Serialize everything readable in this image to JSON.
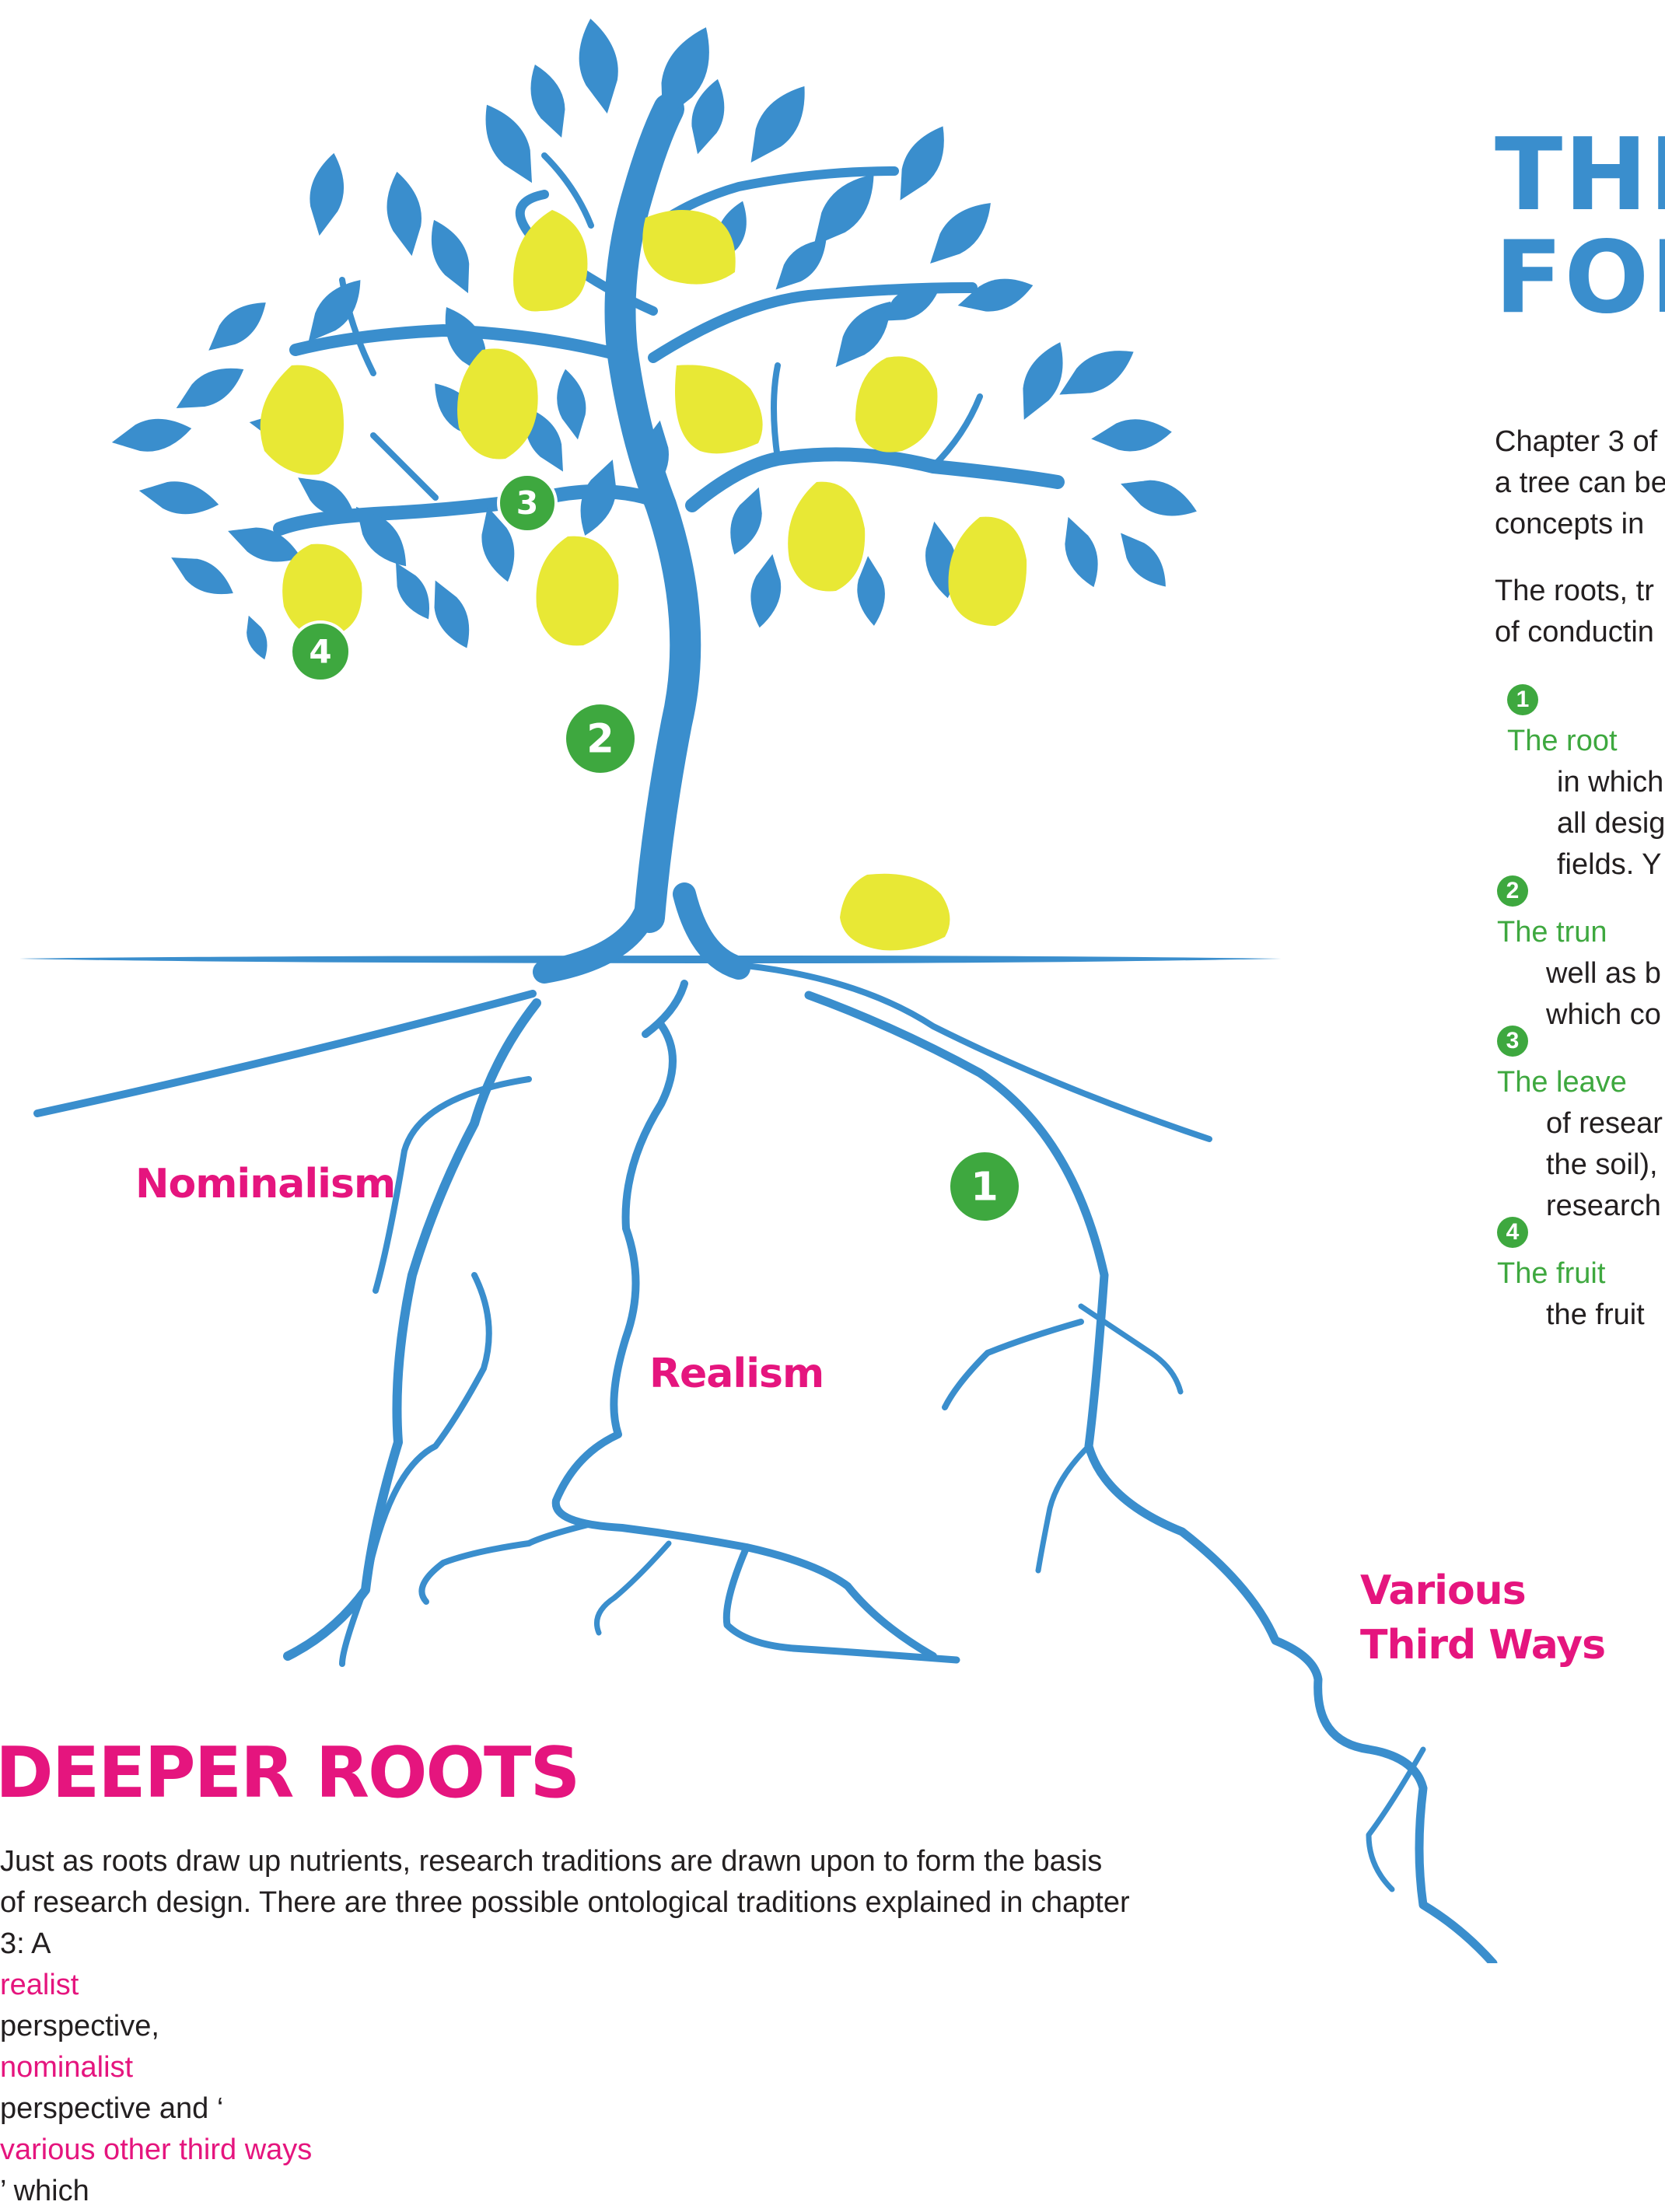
{
  "title": [
    "THE",
    "FOR"
  ],
  "intro": [
    [
      "Chapter 3 of",
      "a tree can be",
      "concepts in"
    ],
    [
      "The roots, tr",
      "of conductin"
    ]
  ],
  "points": [
    {
      "number": "1",
      "lines": [
        "The root",
        "in which",
        "all desig",
        "fields. Y"
      ]
    },
    {
      "number": "2",
      "lines": [
        "The trun",
        "well as b",
        "which co"
      ]
    },
    {
      "number": "3",
      "lines": [
        "The leave",
        "of resear",
        "the soil),",
        "research"
      ]
    },
    {
      "number": "4",
      "lines": [
        "The fruit",
        "the fruit"
      ]
    }
  ],
  "diagram": {
    "markers": [
      "1",
      "2",
      "3",
      "4"
    ],
    "root_labels": {
      "nominalism": "Nominalism",
      "realism": "Realism",
      "third_ways": [
        "Various",
        "Third Ways"
      ]
    },
    "colors": {
      "tree": "#3a8ecd",
      "lemon": "#e8e835",
      "marker": "#3ea83f",
      "label": "#e5157e"
    }
  },
  "section": {
    "title": "DEEPER ROOTS",
    "lines": [
      [
        "Just as roots draw up nutrients, research traditions are drawn upon to form the basis"
      ],
      [
        "of research design. There are three possible ontological traditions explained in chapter"
      ],
      [
        "3: A ",
        {
          "hl": "realist"
        },
        " perspective, ",
        {
          "hl": "nominalist"
        },
        " perspective and ‘",
        {
          "hl": "various other third ways"
        },
        "’ which"
      ]
    ]
  }
}
